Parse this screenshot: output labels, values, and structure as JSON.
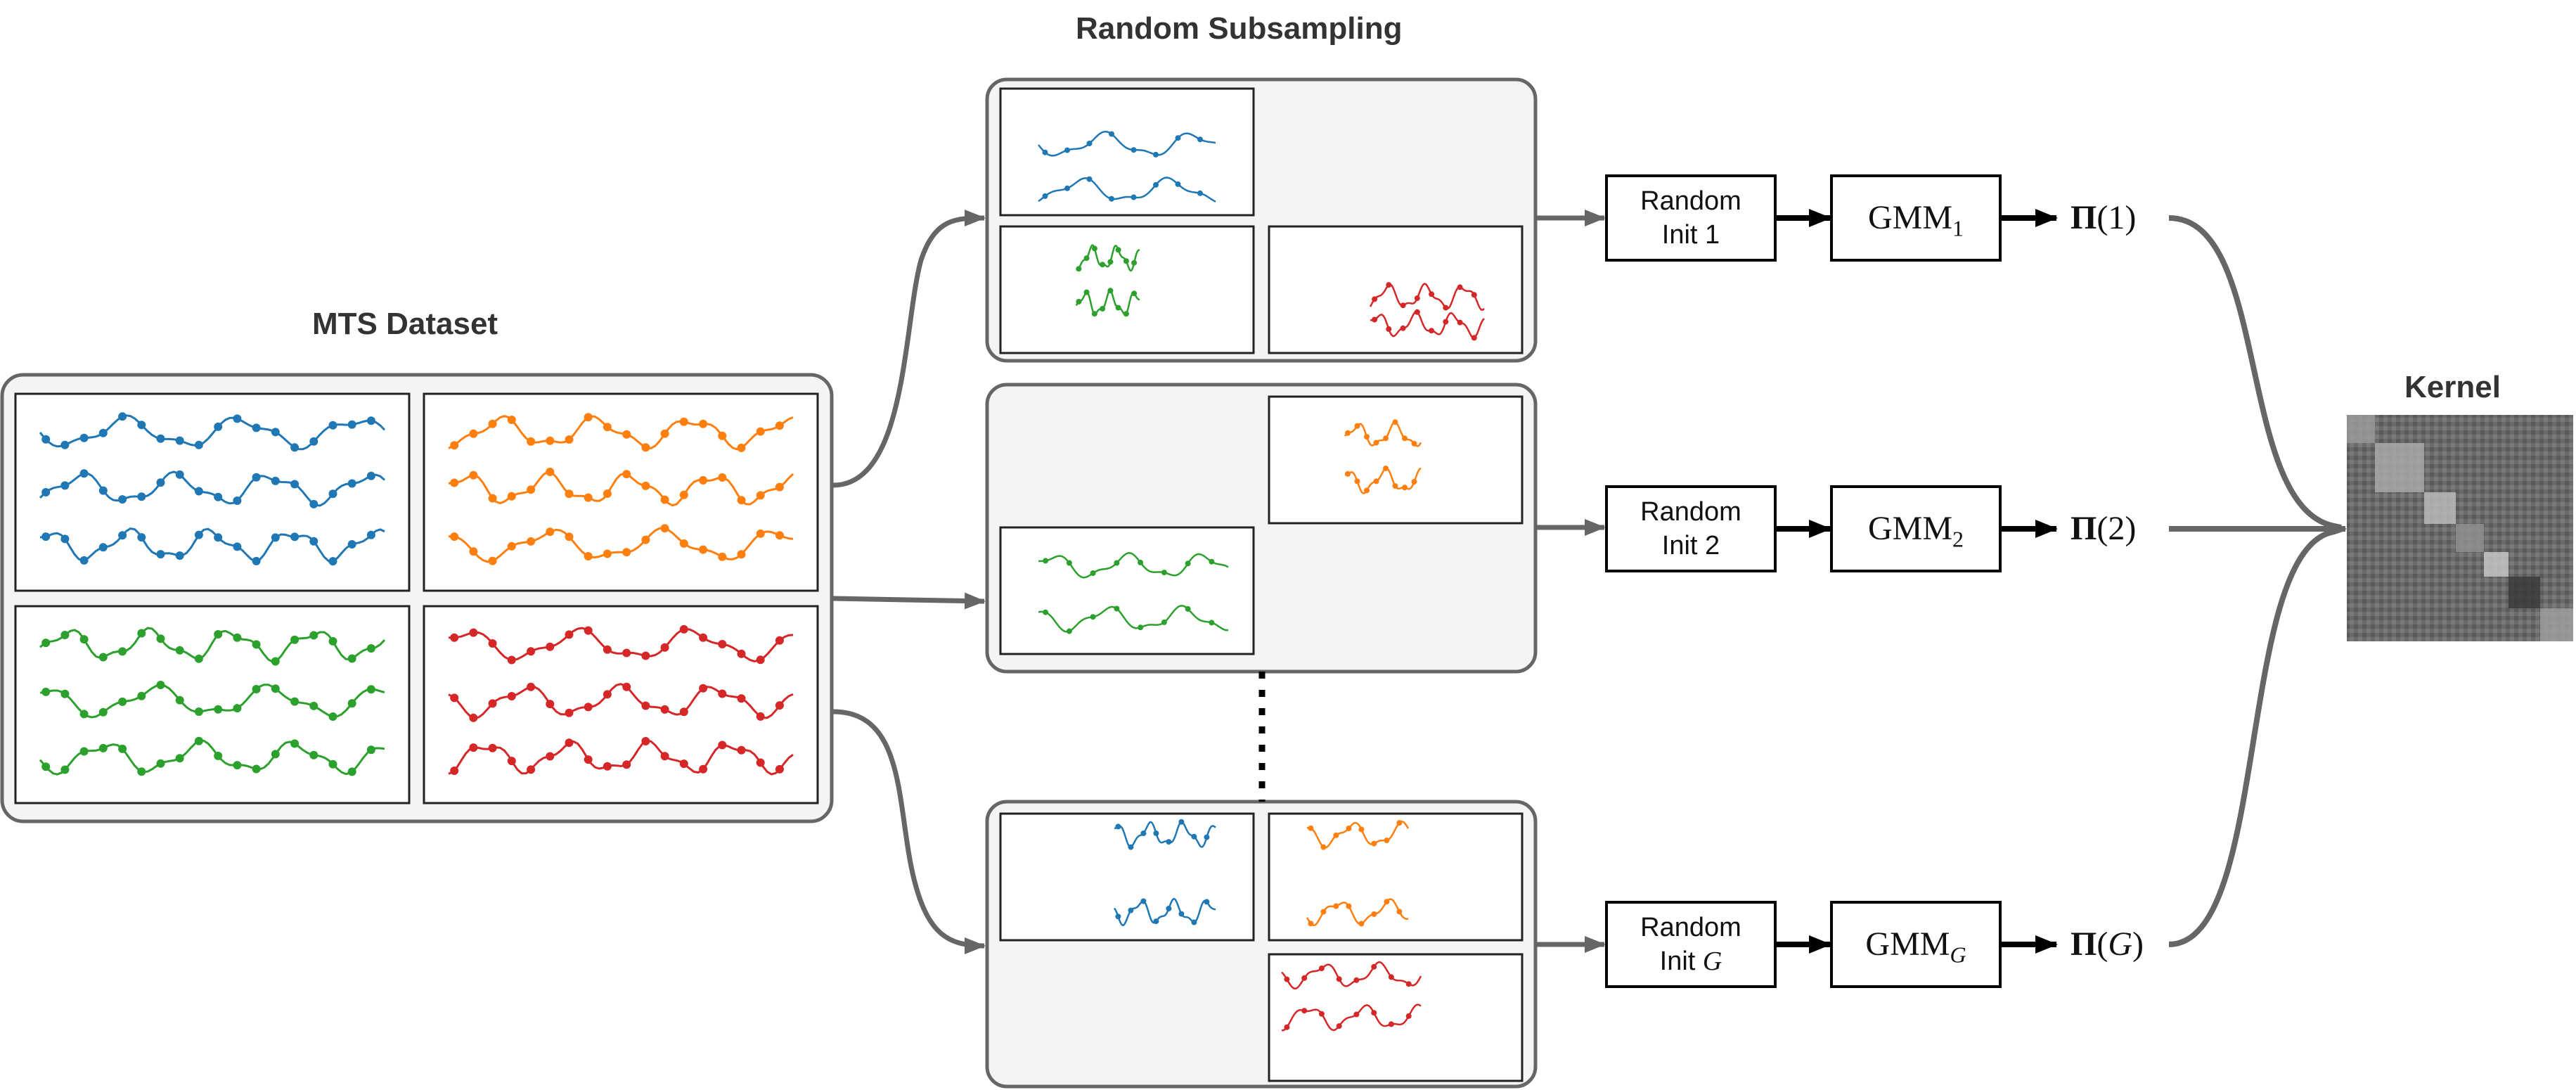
{
  "titles": {
    "mts_dataset": "MTS Dataset",
    "random_subsampling": "Random Subsampling",
    "kernel": "Kernel"
  },
  "branches": [
    {
      "init_text": "Random",
      "init_index": "Init 1",
      "gmm_base": "GMM",
      "gmm_sub": "1",
      "pi_base": "Π",
      "pi_arg": "1"
    },
    {
      "init_text": "Random",
      "init_index": "Init 2",
      "gmm_base": "GMM",
      "gmm_sub": "2",
      "pi_base": "Π",
      "pi_arg": "2"
    },
    {
      "init_text": "Random",
      "init_index_prefix": "Init",
      "init_index_var": "G",
      "gmm_base": "GMM",
      "gmm_sub": "G",
      "pi_base": "Π",
      "pi_arg": "G"
    }
  ],
  "colors": {
    "blue": "#1f77b4",
    "orange": "#ff7f0e",
    "green": "#2ca02c",
    "red": "#d62728",
    "container_border": "#666666",
    "container_fill": "#f4f4f4",
    "arrow_gray": "#666666"
  },
  "icons": [
    "kernel-matrix-image"
  ]
}
